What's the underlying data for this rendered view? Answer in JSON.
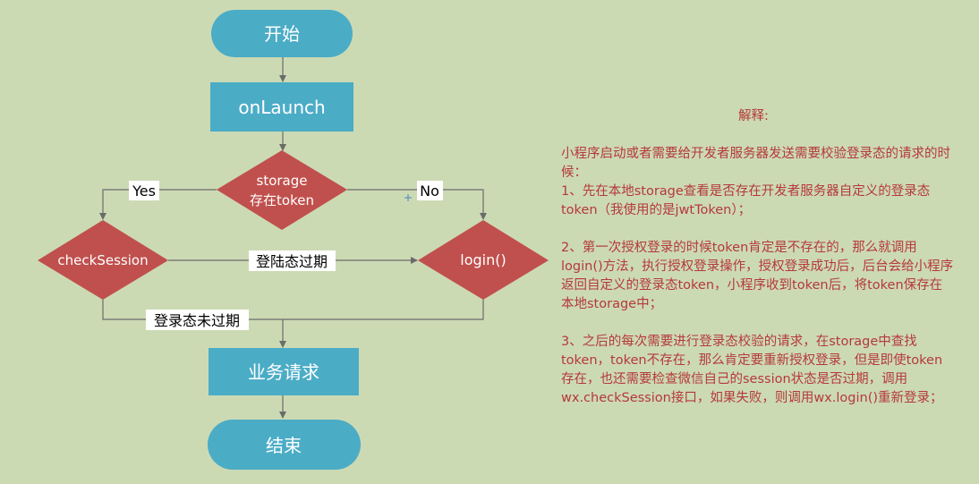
{
  "flowchart": {
    "start": "开始",
    "onlaunch": "onLaunch",
    "storage_line1": "storage",
    "storage_line2": "存在token",
    "yes": "Yes",
    "no": "No",
    "check_session": "checkSession",
    "expired": "登陆态过期",
    "login": "login()",
    "not_expired": "登录态未过期",
    "business": "业务请求",
    "end": "结束"
  },
  "colors": {
    "background": "#ccdab4",
    "terminal": "#4bacc6",
    "process": "#4bacc6",
    "decision": "#c0504d",
    "arrow": "#6b6b6b",
    "note_text": "#b5393a"
  },
  "note": {
    "title": "解释:",
    "paragraphs": [
      "小程序启动或者需要给开发者服务器发送需要校验登录态的请求的时候：\n1、先在本地storage查看是否存在开发者服务器自定义的登录态token（我使用的是jwtToken）；",
      "2、第一次授权登录的时候token肯定是不存在的，那么就调用login()方法，执行授权登录操作，授权登录成功后，后台会给小程序返回自定义的登录态token，小程序收到token后，将token保存在本地storage中；",
      "3、之后的每次需要进行登录态校验的请求，在storage中查找token，token不存在，那么肯定要重新授权登录，但是即使token存在，也还需要检查微信自己的session状态是否过期，调用wx.checkSession接口，如果失败，则调用wx.login()重新登录；"
    ]
  }
}
